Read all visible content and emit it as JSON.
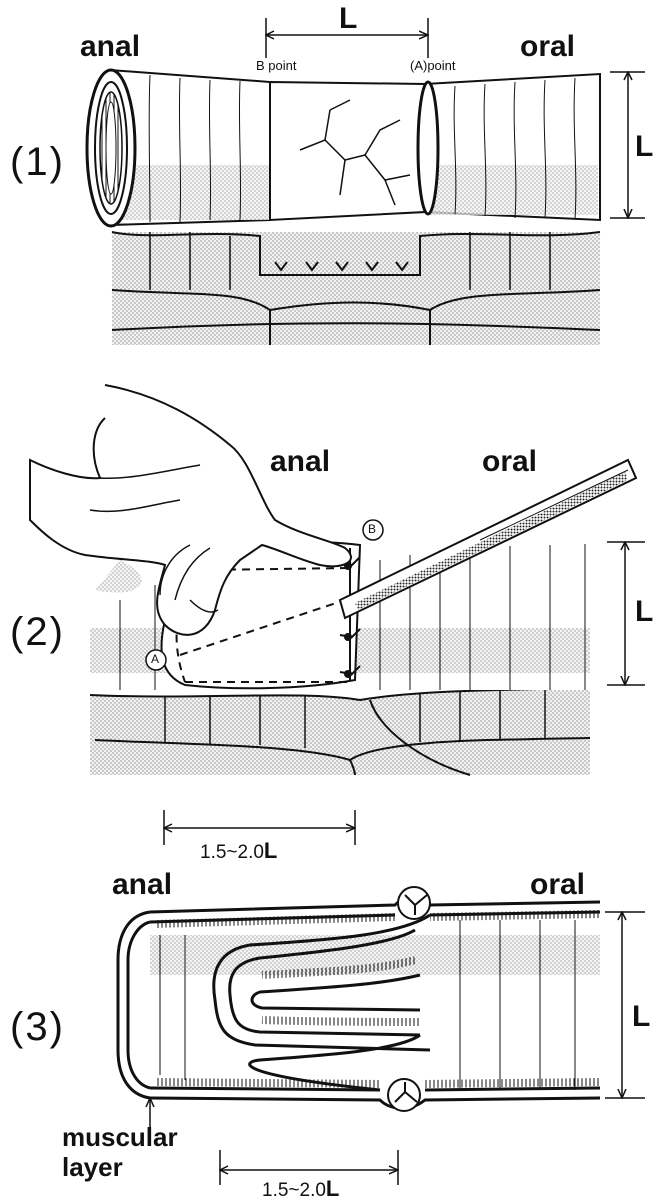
{
  "panel1": {
    "number": "(1)",
    "anal_label": "anal",
    "oral_label": "oral",
    "point_b_label": "B point",
    "point_a_label": "(A)point",
    "length_top": "L",
    "length_side": "L"
  },
  "panel2": {
    "number": "(2)",
    "anal_label": "anal",
    "oral_label": "oral",
    "marker_a": "A",
    "marker_b": "B",
    "length_side": "L",
    "span_label_num": "1.5~2.0",
    "span_label_unit": "L"
  },
  "panel3": {
    "number": "(3)",
    "anal_label": "anal",
    "oral_label": "oral",
    "length_side": "L",
    "layer_label_1": "muscular",
    "layer_label_2": "layer",
    "span_label_num": "1.5~2.0",
    "span_label_unit": "L"
  }
}
